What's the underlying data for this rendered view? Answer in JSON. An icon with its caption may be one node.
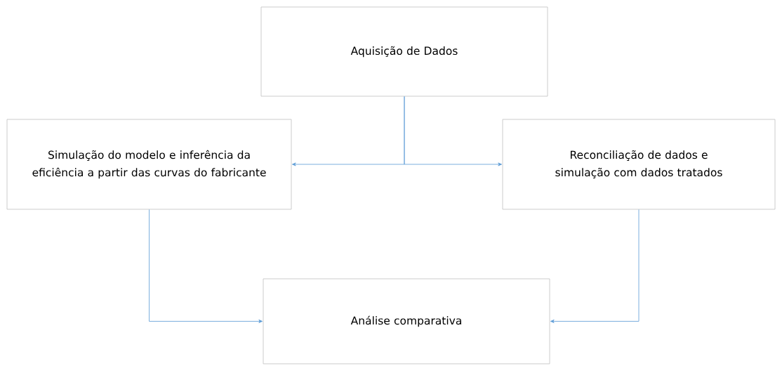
{
  "diagram": {
    "nodes": [
      {
        "text": [
          "Aquisição de Dados"
        ]
      },
      {
        "text": [
          "Simulação do modelo e inferência da eficiência a partir das curvas do fabricante"
        ]
      },
      {
        "text": [
          "Reconciliação de dados e simulação com dados tratados"
        ]
      },
      {
        "text": [
          "Análise comparativa"
        ]
      }
    ],
    "edges": [
      {
        "from": 0,
        "to": 1,
        "arrow": "to"
      },
      {
        "from": 0,
        "to": 2,
        "arrow": "to"
      },
      {
        "from": 1,
        "to": 3,
        "arrow": "to"
      },
      {
        "from": 2,
        "to": 3,
        "arrow": "to"
      }
    ]
  }
}
